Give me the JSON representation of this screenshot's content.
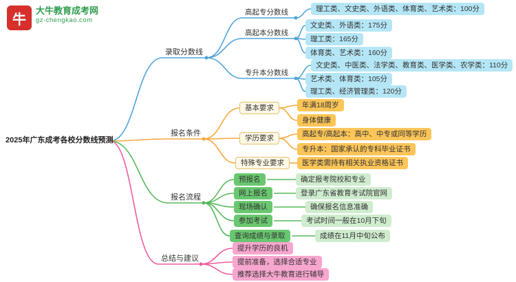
{
  "palette": {
    "blue": "#4ea3d8",
    "cyan_leaf": "#b5e6f6",
    "orange": "#f5a73b",
    "amber_leaf": "#fcc558",
    "green": "#55b85c",
    "green_node": "#69c76f",
    "green_leaf": "#cfeccf",
    "pink": "#ee5c9d",
    "pink_leaf": "#f7a6ce",
    "logo_red": "#d6302c",
    "brand_green": "#2e9e4f"
  },
  "logo": {
    "icon": "牛",
    "brand": "大牛教育成考网",
    "domain": "gz-chengkao.com"
  },
  "root": {
    "label": "2025年广东成考各校分数线预测"
  },
  "branches": {
    "admission": {
      "label": "录取分数线",
      "children": {
        "gaoqizhuan": {
          "label": "高起专分数线",
          "leaves": [
            "理工类、文史类、外语类、体育类、艺术类：100分"
          ]
        },
        "gaoqiben": {
          "label": "高起本分数线",
          "leaves": [
            "文史类、外语类：175分",
            "理工类：165分",
            "体育类、艺术类：160分"
          ]
        },
        "zhuanshengben": {
          "label": "专升本分数线",
          "leaves": [
            "文史类、中医类、法学类、教育类、医学类、农学类：110分",
            "艺术类、体育类：105分",
            "理工类、经济管理类：120分"
          ]
        }
      }
    },
    "conditions": {
      "label": "报名条件",
      "children": {
        "basic": {
          "label": "基本要求",
          "leaves": [
            "年满18周岁",
            "身体健康"
          ]
        },
        "education": {
          "label": "学历要求",
          "leaves": [
            "高起专/高起本：高中、中专或同等学历",
            "专升本：国家承认的专科毕业证书"
          ]
        },
        "special": {
          "label": "特殊专业要求",
          "leaves": [
            "医学类需持有相关执业资格证书"
          ]
        }
      }
    },
    "process": {
      "label": "报名流程",
      "steps": [
        {
          "step": "预报名",
          "detail": "确定报考院校和专业"
        },
        {
          "step": "网上报名",
          "detail": "登录广东省教育考试院官网"
        },
        {
          "step": "现场确认",
          "detail": "确保报名信息准确"
        },
        {
          "step": "参加考试",
          "detail": "考试时间一般在10月下旬"
        },
        {
          "step": "查询成绩与录取",
          "detail": "成绩在11月中旬公布"
        }
      ]
    },
    "summary": {
      "label": "总结与建议",
      "items": [
        "提升学历的良机",
        "提前准备，选择合适专业",
        "推荐选择大牛教育进行辅导"
      ]
    }
  }
}
